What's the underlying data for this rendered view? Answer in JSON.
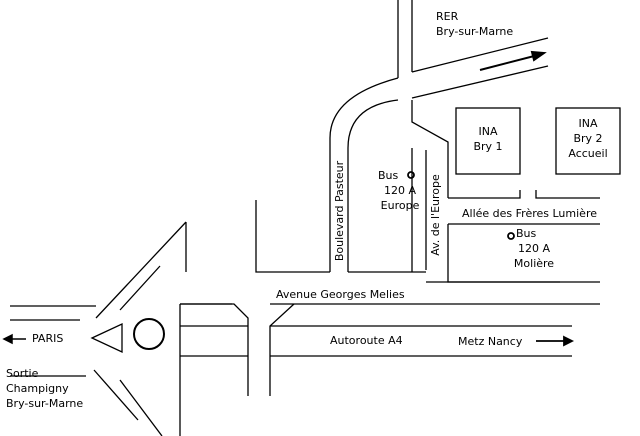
{
  "map": {
    "line_color": "#000000",
    "background": "#ffffff",
    "labels": {
      "rer_line1": "RER",
      "rer_line2": "Bry-sur-Marne",
      "ina1_line1": "INA",
      "ina1_line2": "Bry 1",
      "ina2_line1": "INA",
      "ina2_line2": "Bry 2",
      "ina2_line3": "Accueil",
      "bus_europe_line1": "Bus",
      "bus_europe_line2": "120 A",
      "bus_europe_line3": "Europe",
      "boulevard_pasteur": "Boulevard Pasteur",
      "av_europe": "Av. de l'Europe",
      "allee": "Allée des Frères Lumière",
      "bus_moliere_line1": "Bus",
      "bus_moliere_line2": "120 A",
      "bus_moliere_line3": "Molière",
      "avenue_melies": "Avenue Georges Melies",
      "paris": "PARIS",
      "autoroute": "Autoroute A4",
      "metz_nancy": "Metz Nancy",
      "sortie_line1": "Sortie",
      "sortie_line2": "Champigny",
      "sortie_line3": "Bry-sur-Marne"
    },
    "icons": {
      "bus_stop": "bus-stop-circle-icon",
      "arrow": "direction-arrow-icon",
      "roundabout": "roundabout-circle-icon"
    }
  }
}
